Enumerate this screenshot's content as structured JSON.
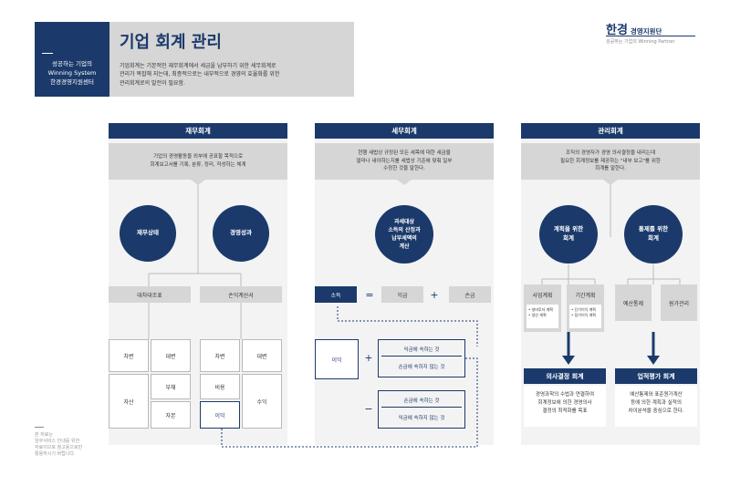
{
  "header": {
    "side_line1": "성공하는 기업의",
    "side_line2": "Winning System",
    "side_line3": "한경경영지원센터",
    "title": "기업 회계 관리",
    "desc_line1": "기업회계는 기본적인 재무회계에서 세금을 납부하기 위한 세무회계로",
    "desc_line2": "관리가 복잡해 지는데, 최종적으로는 내부적으로 경영의 효율화를 위한",
    "desc_line3": "관리회계로의 발전이 필요함.",
    "logo_main": "한경",
    "logo_sub": "경영지원단",
    "tagline": "성공하는 기업의 Winning Partner"
  },
  "financial": {
    "title": "재무회계",
    "desc_line1": "기업의 경영활동을 외부에 공표할 목적으로",
    "desc_line2": "회계보고서를 기록, 분류, 정리, 작성하는 체계",
    "circle1": "재무상태",
    "circle2": "경영성과",
    "stmt1": "대차대조표",
    "stmt2": "손익계산서",
    "bs_debit": "차변",
    "bs_credit": "대변",
    "bs_liab": "부채",
    "bs_asset": "자산",
    "bs_capital": "자본",
    "is_debit": "차변",
    "is_credit": "대변",
    "is_cost": "비용",
    "is_revenue": "수익",
    "is_profit": "이익"
  },
  "tax": {
    "title": "세무회계",
    "desc_line1": "현행 세법상 규정된 모든 세목에 대한 세금을",
    "desc_line2": "얼마나 내야하는지를 세법상 기준에 맞춰 일부",
    "desc_line3": "수정한 것을 말한다.",
    "circle_line1": "과세대상",
    "circle_line2": "소득의 산정과",
    "circle_line3": "납부세액의",
    "circle_line4": "계산",
    "income": "소득",
    "eq": "=",
    "gain": "익금",
    "plus": "+",
    "loss": "손금",
    "profit": "이익",
    "op_plus": "+",
    "op_minus": "−",
    "add1": "익금에 속하는 것",
    "add2": "손금에 속하지 않는 것",
    "sub1": "손금에 속하는 것",
    "sub2": "익금에 속하지 않는 것"
  },
  "management": {
    "title": "관리회계",
    "desc_line1": "조직의 경영자가 경영 의사결정을 내리는데",
    "desc_line2": "필요한 회계정보를 제공하는 \"내부 보고\"를 위한",
    "desc_line3": "회계를 말한다.",
    "circle1_line1": "계획을 위한",
    "circle1_line2": "회계",
    "circle2_line1": "통제를 위한",
    "circle2_line2": "회계",
    "biz_plan": "사업계획",
    "biz_item1": "• 설비투자 계획",
    "biz_item2": "• 생산 계획",
    "period_plan": "기간계획",
    "period_item1": "• 단기이익 계획",
    "period_item2": "• 장기이익 계획",
    "budget": "예산통제",
    "cost_mgmt": "원가관리",
    "decision_title": "의사결정 회계",
    "decision_line1": "경영과학의 수법과 연결하여",
    "decision_line2": "회계정보에 의한 경영의사",
    "decision_line3": "결정의 최적화를 목표",
    "perf_title": "업적평가 회계",
    "perf_line1": "예산통제와 표준원가계산",
    "perf_line2": "등에 의한 계획과 실적의",
    "perf_line3": "차이분석을 중심으로 한다."
  },
  "footnote": {
    "line1": "본 자료는",
    "line2": "임무서비스 안내를 위한",
    "line3": "자료이므로 참고용으로만",
    "line4": "활용하시기 바랍니다."
  },
  "colors": {
    "navy": "#1b3a6b",
    "gray_box": "#d6d6d6",
    "column_bg": "#f3f3f3"
  }
}
